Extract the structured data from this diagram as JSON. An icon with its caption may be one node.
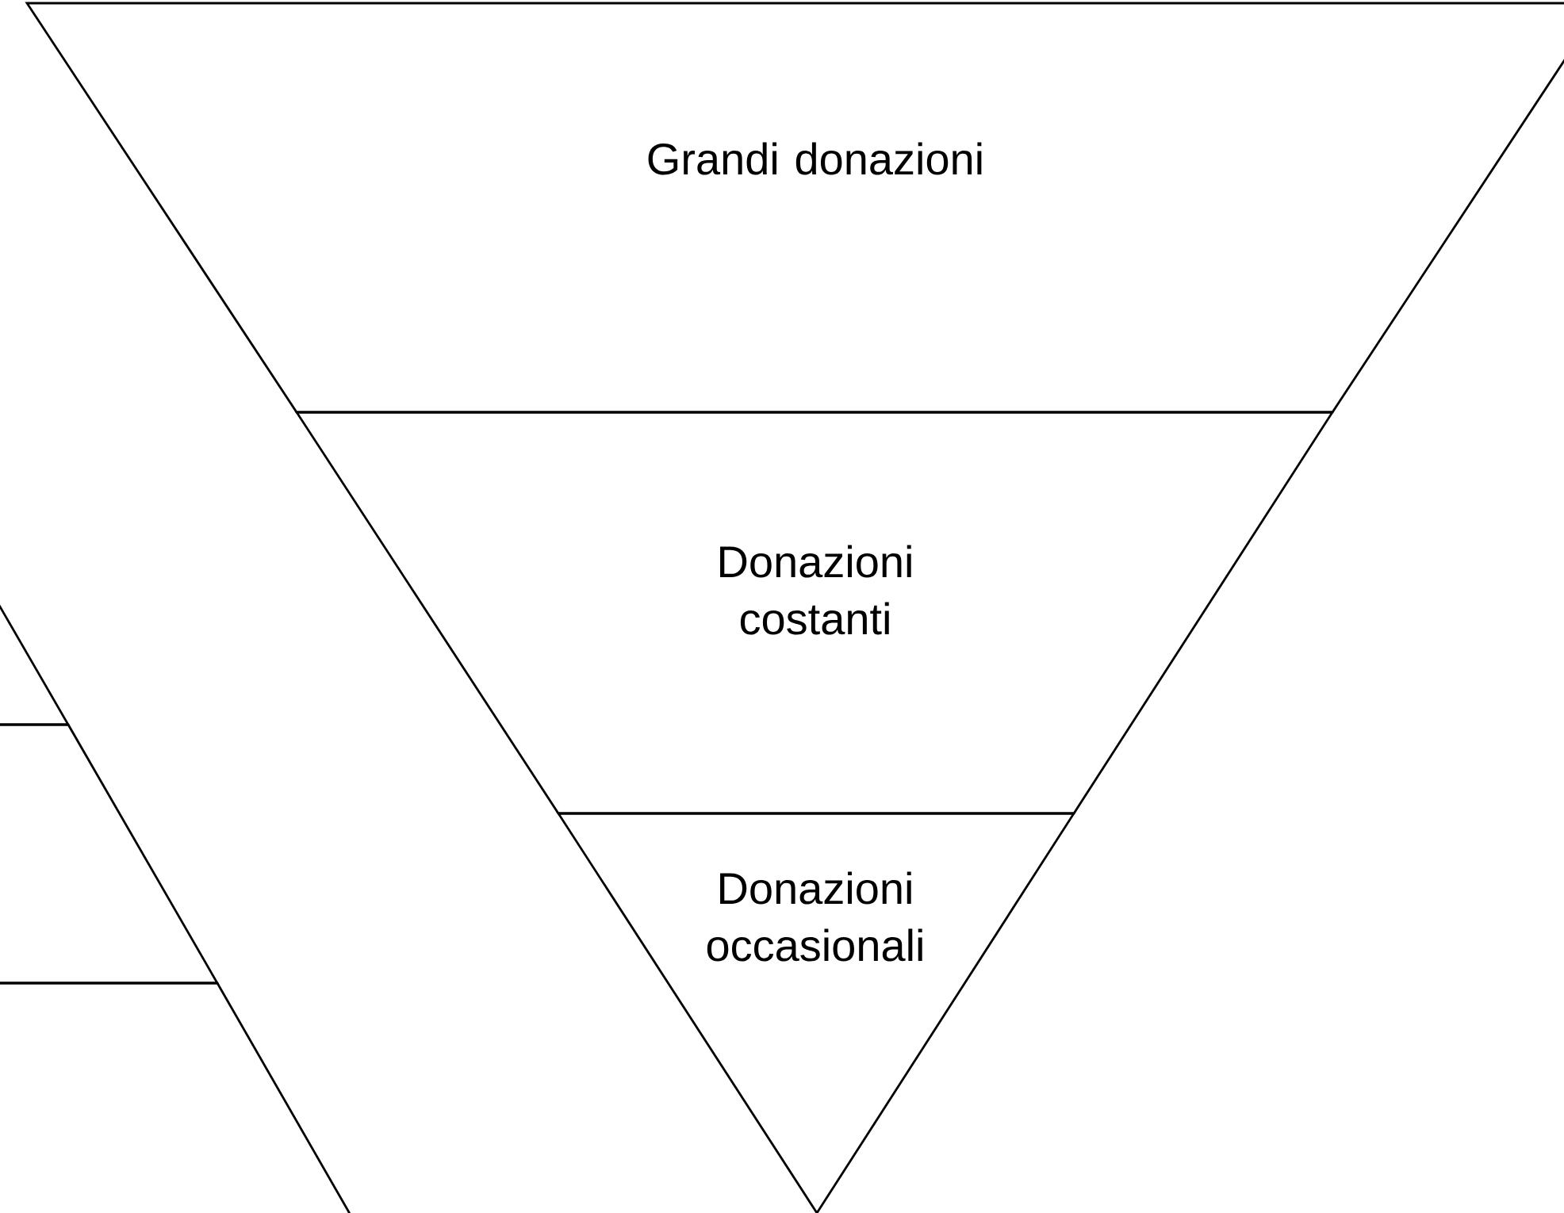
{
  "diagram": {
    "nodes": [
      {
        "text": [
          "Grandi donazioni"
        ]
      },
      {
        "text": [
          "Donazioni costanti"
        ]
      },
      {
        "text": [
          "Donazioni occasionali"
        ]
      },
      {
        "text": [],
        "shape": "band"
      },
      {
        "text": [],
        "shape": "band"
      },
      {
        "text": [],
        "shape": "band"
      }
    ]
  }
}
